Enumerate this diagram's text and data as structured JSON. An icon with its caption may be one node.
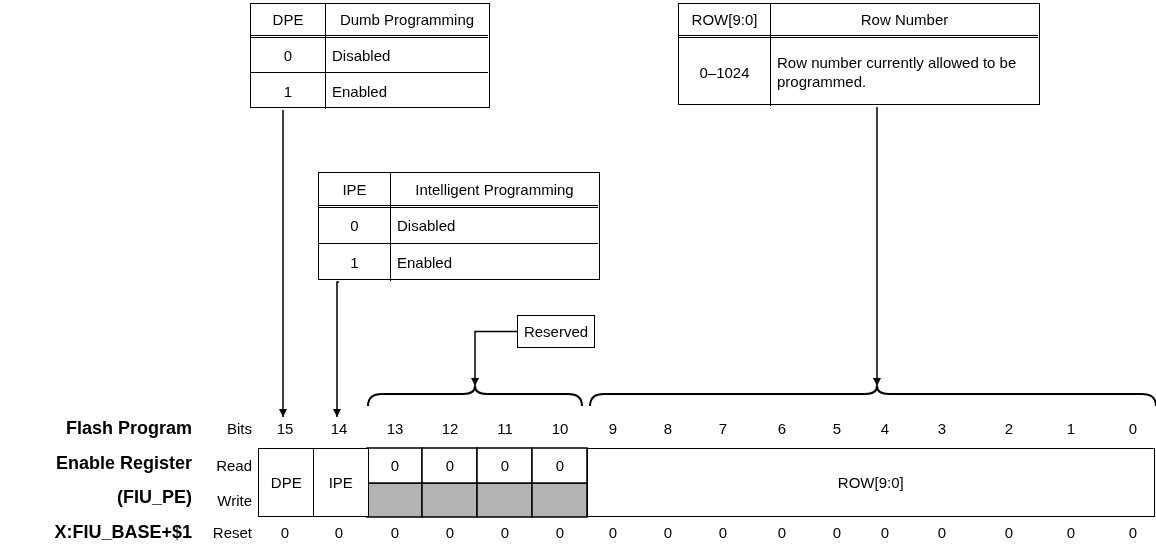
{
  "diagram": {
    "title": "Flash Program Enable Register (FIU_PE) X:FIU_BASE+$1",
    "nodes": [
      {
        "text": [
          "DPE",
          "Dumb Programming",
          "0",
          "Disabled",
          "1",
          "Enabled"
        ]
      },
      {
        "text": [
          "ROW[9:0]",
          "Row Number",
          "0–1024",
          "Row number currently allowed to be programmed."
        ]
      },
      {
        "text": [
          "IPE",
          "Intelligent Programming",
          "0",
          "Disabled",
          "1",
          "Enabled"
        ]
      },
      {
        "text": [
          "Reserved"
        ]
      },
      {
        "text": [],
        "shape": "bracket"
      },
      {
        "text": [],
        "shape": "bracket"
      },
      {
        "text": [
          "15"
        ]
      },
      {
        "text": [
          "14"
        ]
      },
      {
        "text": [
          "DPE"
        ]
      },
      {
        "text": [
          "IPE"
        ]
      },
      {
        "text": [
          "ROW[9:0]"
        ]
      }
    ],
    "edges": [
      {
        "from": 0,
        "to": 6,
        "arrow": "to"
      },
      {
        "from": 2,
        "to": 7,
        "arrow": "to"
      },
      {
        "from": 3,
        "to": 4,
        "arrow": "to"
      },
      {
        "from": 1,
        "to": 5,
        "arrow": "to"
      }
    ],
    "labels": [
      "Bits",
      "13",
      "12",
      "11",
      "10",
      "9",
      "8",
      "7",
      "6",
      "5",
      "4",
      "3",
      "2",
      "1",
      "0",
      "Read",
      "0",
      "0",
      "0",
      "0",
      "Write",
      "Reset",
      "0",
      "0",
      "0",
      "0",
      "0",
      "0",
      "0",
      "0",
      "0",
      "0",
      "0",
      "0",
      "0",
      "0",
      "0",
      "0"
    ]
  }
}
